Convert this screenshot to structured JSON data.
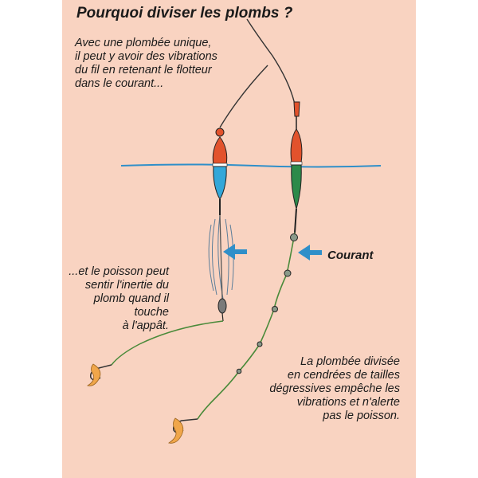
{
  "title": "Pourquoi diviser les plombs ?",
  "intro_lines": [
    "Avec une plombée unique,",
    "il peut y avoir des vibrations",
    "du fil en retenant le flotteur",
    "dans le courant..."
  ],
  "left_note_lines": [
    "...et le poisson peut",
    "sentir l'inertie du",
    "plomb quand il touche",
    "à l'appât."
  ],
  "current_label": "Courant",
  "right_note_lines": [
    "La plombée divisée",
    "en cendrées de tailles",
    "dégressives empêche les",
    "vibrations et n'alerte",
    "pas le poisson."
  ],
  "colors": {
    "background": "#f9d3c1",
    "water": "#2f8fc9",
    "arrow": "#2f8fc9",
    "line": "#4a8a3a",
    "float_top": "#e2522c",
    "float_bottom_left": "#33a7d9",
    "float_bottom_right": "#2c8a4a",
    "bait": "#f0a64a"
  }
}
